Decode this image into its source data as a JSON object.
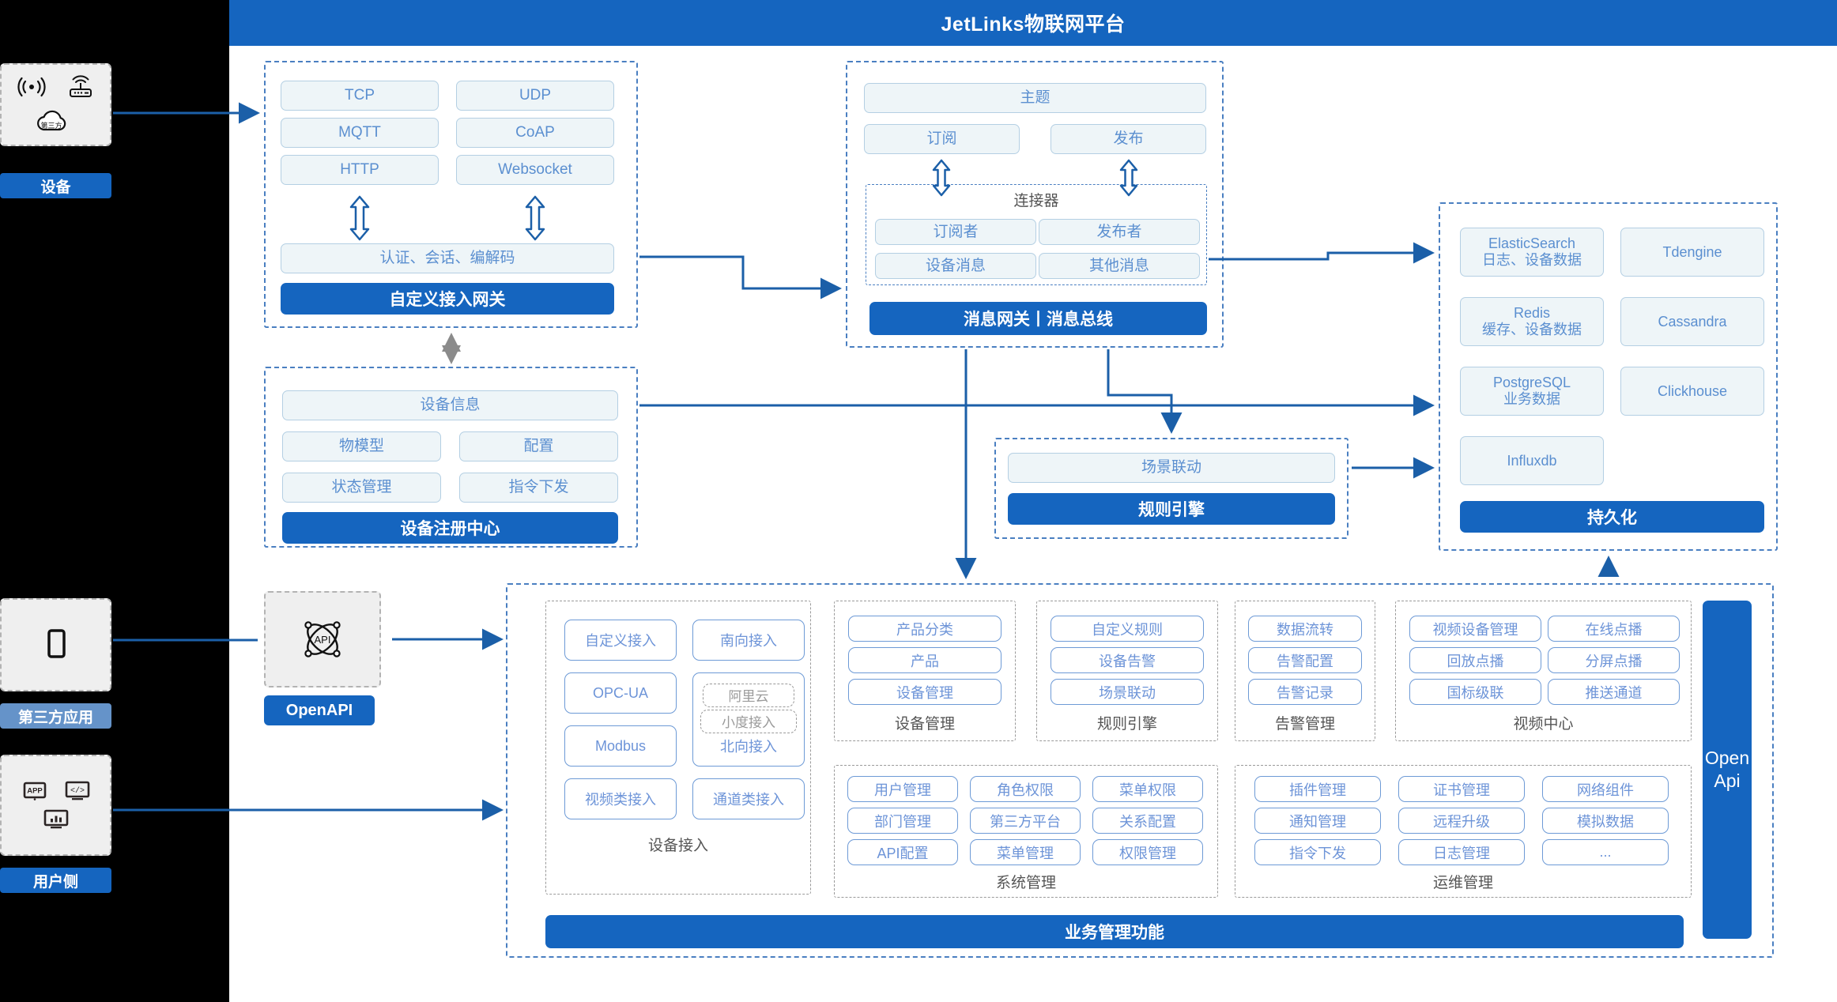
{
  "header": {
    "title": "JetLinks物联网平台"
  },
  "left_column": {
    "device": {
      "label": "设备",
      "icons": [
        "wifi-signal-icon",
        "router-icon",
        "third-party-cloud-icon"
      ],
      "cloud_text": "第三方"
    },
    "third_party_app": {
      "label": "第三方应用",
      "icons": [
        "mobile-phone-icon"
      ]
    },
    "user_side": {
      "label": "用户侧",
      "icons": [
        "app-icon",
        "code-window-icon",
        "chart-window-icon"
      ],
      "app_text": "APP"
    }
  },
  "gateway_panel": {
    "protocols": [
      "TCP",
      "UDP",
      "MQTT",
      "CoAP",
      "HTTP",
      "Websocket"
    ],
    "auth_chip": "认证、会话、编解码",
    "footer": "自定义接入网关"
  },
  "message_panel": {
    "topic": "主题",
    "subscribe": "订阅",
    "publish": "发布",
    "connector_title": "连接器",
    "connector_chips": [
      "订阅者",
      "发布者",
      "设备消息",
      "其他消息"
    ],
    "footer": "消息网关丨消息总线"
  },
  "registry_panel": {
    "device_info": "设备信息",
    "chips": [
      "物模型",
      "配置",
      "状态管理",
      "指令下发"
    ],
    "footer": "设备注册中心"
  },
  "rule_panel": {
    "scene": "场景联动",
    "footer": "规则引擎"
  },
  "storage_panel": {
    "chips": [
      {
        "name": "ElasticSearch",
        "sub": "日志、设备数据"
      },
      {
        "name": "Tdengine",
        "sub": ""
      },
      {
        "name": "Redis",
        "sub": "缓存、设备数据"
      },
      {
        "name": "Cassandra",
        "sub": ""
      },
      {
        "name": "PostgreSQL",
        "sub": "业务数据"
      },
      {
        "name": "Clickhouse",
        "sub": ""
      },
      {
        "name": "Influxdb",
        "sub": ""
      }
    ],
    "footer": "持久化"
  },
  "openapi_node": {
    "label": "OpenAPI",
    "icon": "api-atom-icon",
    "icon_text": "API"
  },
  "openapi_bar": {
    "line1": "Open",
    "line2": "Api"
  },
  "business_panel": {
    "footer": "业务管理功能",
    "groups": [
      {
        "title": "设备接入",
        "layout": "access",
        "items": [
          {
            "label": "自定义接入",
            "style": "solid"
          },
          {
            "label": "南向接入",
            "style": "solid"
          },
          {
            "label": "OPC-UA",
            "style": "solid"
          },
          {
            "label": "阿里云",
            "style": "dashed"
          },
          {
            "label": "小度接入",
            "style": "dashed"
          },
          {
            "label": "北向接入",
            "style": "plain"
          },
          {
            "label": "Modbus",
            "style": "solid"
          },
          {
            "label": "视频类接入",
            "style": "solid"
          },
          {
            "label": "通道类接入",
            "style": "solid"
          }
        ]
      },
      {
        "title": "设备管理",
        "layout": "col1",
        "items": [
          {
            "label": "产品分类"
          },
          {
            "label": "产品"
          },
          {
            "label": "设备管理"
          }
        ]
      },
      {
        "title": "规则引擎",
        "layout": "col1",
        "items": [
          {
            "label": "自定义规则"
          },
          {
            "label": "设备告警"
          },
          {
            "label": "场景联动"
          }
        ]
      },
      {
        "title": "告警管理",
        "layout": "col1",
        "items": [
          {
            "label": "数据流转"
          },
          {
            "label": "告警配置"
          },
          {
            "label": "告警记录"
          }
        ]
      },
      {
        "title": "视频中心",
        "layout": "col2",
        "items": [
          {
            "label": "视频设备管理"
          },
          {
            "label": "在线点播"
          },
          {
            "label": "回放点播"
          },
          {
            "label": "分屏点播"
          },
          {
            "label": "国标级联"
          },
          {
            "label": "推送通道"
          }
        ]
      },
      {
        "title": "系统管理",
        "layout": "col3",
        "items": [
          {
            "label": "用户管理"
          },
          {
            "label": "角色权限"
          },
          {
            "label": "菜单权限"
          },
          {
            "label": "部门管理"
          },
          {
            "label": "第三方平台"
          },
          {
            "label": "关系配置"
          },
          {
            "label": "API配置"
          },
          {
            "label": "菜单管理"
          },
          {
            "label": "权限管理"
          }
        ]
      },
      {
        "title": "运维管理",
        "layout": "col3",
        "items": [
          {
            "label": "插件管理"
          },
          {
            "label": "证书管理"
          },
          {
            "label": "网络组件"
          },
          {
            "label": "通知管理"
          },
          {
            "label": "远程升级"
          },
          {
            "label": "模拟数据"
          },
          {
            "label": "指令下发"
          },
          {
            "label": "日志管理"
          },
          {
            "label": "..."
          }
        ]
      }
    ]
  },
  "colors": {
    "brand": "#1565bf",
    "chip_border": "#b4cfe3",
    "chip_bg": "#eef5f8",
    "chip_text": "#5b8fd0",
    "panel_dash": "#4a7fc1"
  }
}
